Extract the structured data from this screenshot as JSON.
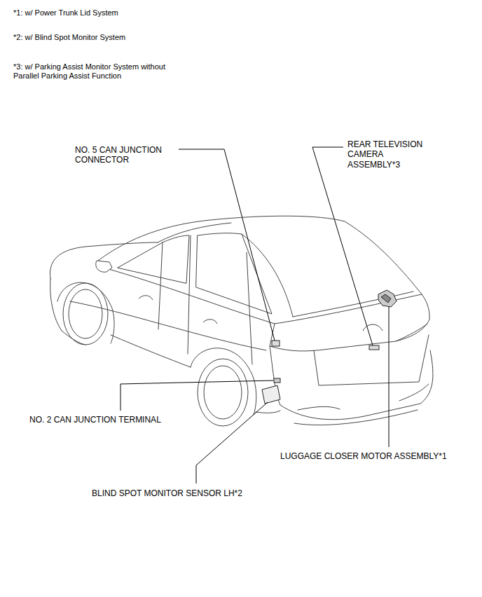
{
  "diagram": {
    "labels": [
      "*1: w/ Power Trunk Lid System",
      "*2: w/ Blind Spot Monitor System",
      "*3: w/ Parking Assist Monitor System without Parallel Parking Assist Function",
      "NO. 5 CAN JUNCTION CONNECTOR",
      "REAR TELEVISION CAMERA ASSEMBLY*3",
      "NO. 2 CAN JUNCTION TERMINAL",
      "LUGGAGE CLOSER MOTOR ASSEMBLY*1",
      "BLIND SPOT MONITOR SENSOR LH*2"
    ]
  }
}
